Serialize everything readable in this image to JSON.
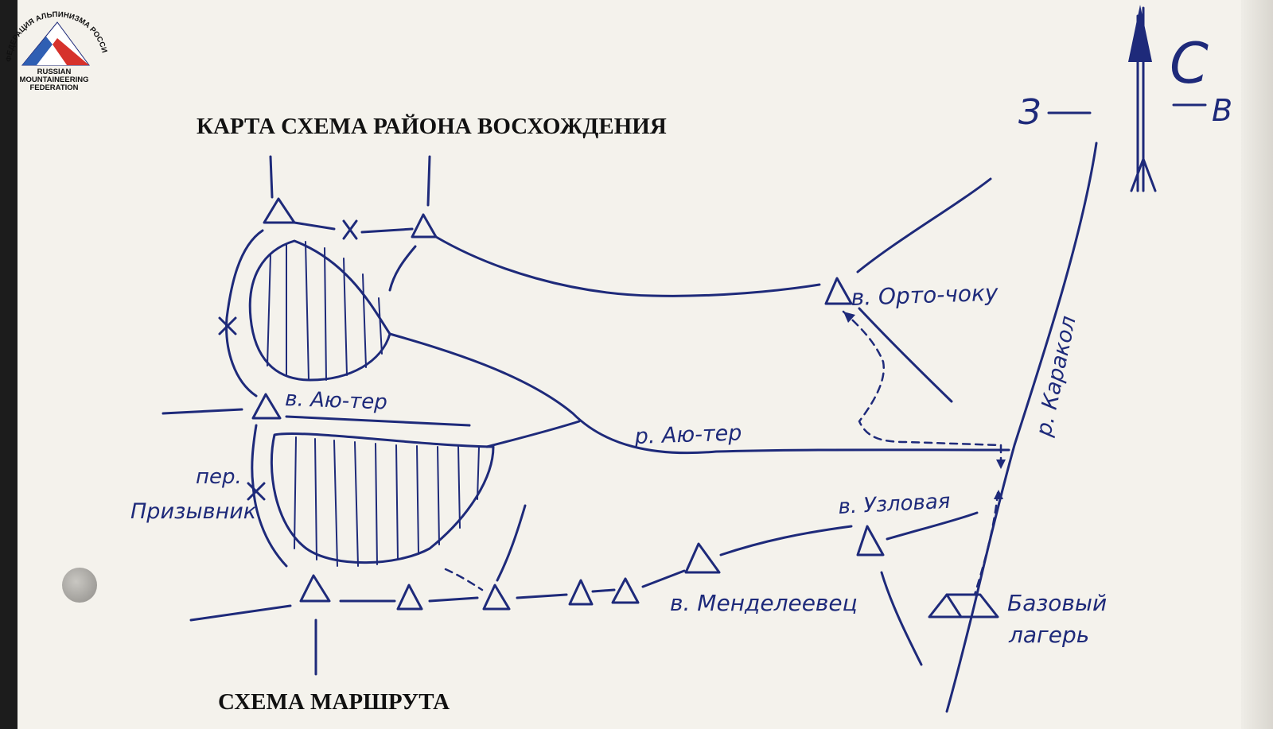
{
  "logo": {
    "arc_text": "ФЕДЕРАЦИЯ АЛЬПИНИЗМА РОССИИ",
    "line1": "RUSSIAN",
    "line2": "MOUNTAINEERING",
    "line3": "FEDERATION"
  },
  "titles": {
    "map_title": "КАРТА СХЕМА РАЙОНА ВОСХОЖДЕНИЯ",
    "route_title": "СХЕМА МАРШРУТА"
  },
  "compass": {
    "north": "С",
    "west": "З",
    "east": "В"
  },
  "labels": {
    "peak_orto_choku": "в. Орто-чоку",
    "peak_ayu_ter": "в. Аю-тер",
    "river_ayu_ter": "р. Аю-тер",
    "river_karakol": "р. Каракол",
    "pass_prefix": "пер.",
    "pass_name": "Призывник",
    "peak_uzlovaya": "в. Узловая",
    "peak_mendeleevets": "в. Менделеевец",
    "base_camp_line1": "Базовый",
    "base_camp_line2": "лагерь"
  },
  "colors": {
    "ink": "#1e2a7a",
    "paper": "#f4f2ec"
  }
}
